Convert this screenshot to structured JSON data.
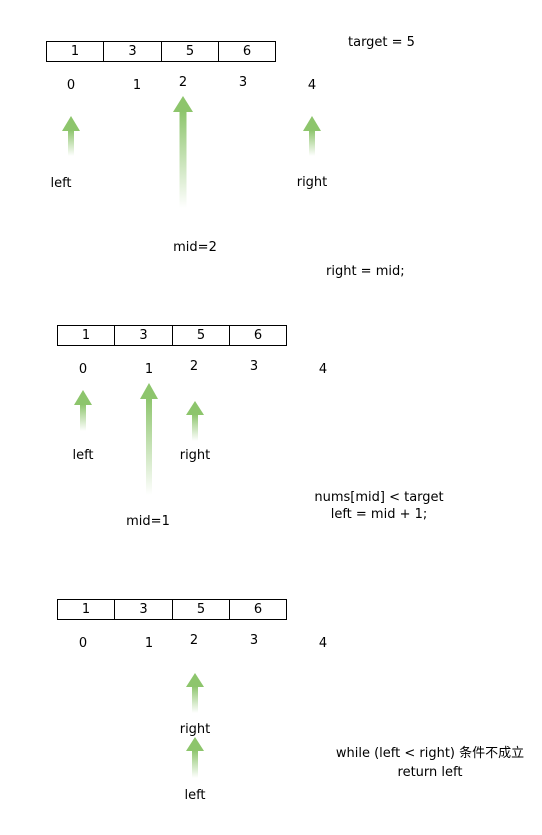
{
  "diagram": {
    "panel1": {
      "cells": [
        "1",
        "3",
        "5",
        "6"
      ],
      "indices": [
        "0",
        "1",
        "2",
        "3",
        "4"
      ],
      "target_label": "target = 5",
      "left_label": "left",
      "right_label": "right",
      "mid_label": "mid=2",
      "note_line1": "right = mid;"
    },
    "panel2": {
      "cells": [
        "1",
        "3",
        "5",
        "6"
      ],
      "indices": [
        "0",
        "1",
        "2",
        "3",
        "4"
      ],
      "left_label": "left",
      "right_label": "right",
      "mid_label": "mid=1",
      "note_line1": "nums[mid] < target",
      "note_line2": "left = mid + 1;"
    },
    "panel3": {
      "cells": [
        "1",
        "3",
        "5",
        "6"
      ],
      "indices": [
        "0",
        "1",
        "2",
        "3",
        "4"
      ],
      "right_label": "right",
      "left_label": "left",
      "note_line1": "while (left < right) 条件不成立",
      "note_line2": "return left"
    }
  },
  "colors": {
    "arrow": "#8dc56c"
  }
}
